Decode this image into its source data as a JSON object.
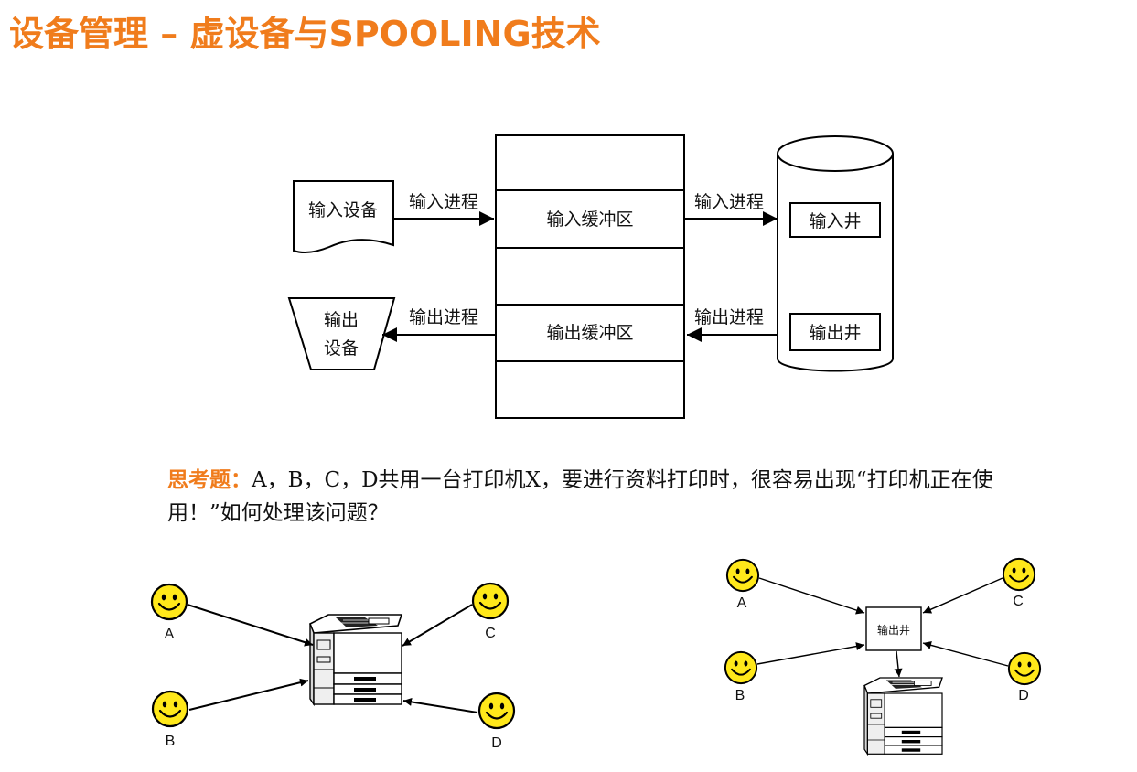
{
  "slide": {
    "title": "设备管理 – 虚设备与SPOOLING技术"
  },
  "flow": {
    "input_device": "输入设备",
    "output_device_line1": "输出",
    "output_device_line2": "设备",
    "input_process_left": "输入进程",
    "input_process_right": "输入进程",
    "output_process_left": "输出进程",
    "output_process_right": "输出进程",
    "input_buffer": "输入缓冲区",
    "output_buffer": "输出缓冲区",
    "input_well": "输入井",
    "output_well": "输出井"
  },
  "question": {
    "label": "思考题：",
    "text": "A，B，C，D共用一台打印机X，要进行资料打印时，很容易出现“打印机正在使用！”如何处理该问题？"
  },
  "scenario_direct": {
    "users": [
      "A",
      "B",
      "C",
      "D"
    ]
  },
  "scenario_spool": {
    "users": [
      "A",
      "B",
      "C",
      "D"
    ],
    "well": "输出井"
  },
  "colors": {
    "title": "#f07c1c",
    "smiley_fill": "#ffe81a",
    "line": "#000000"
  }
}
